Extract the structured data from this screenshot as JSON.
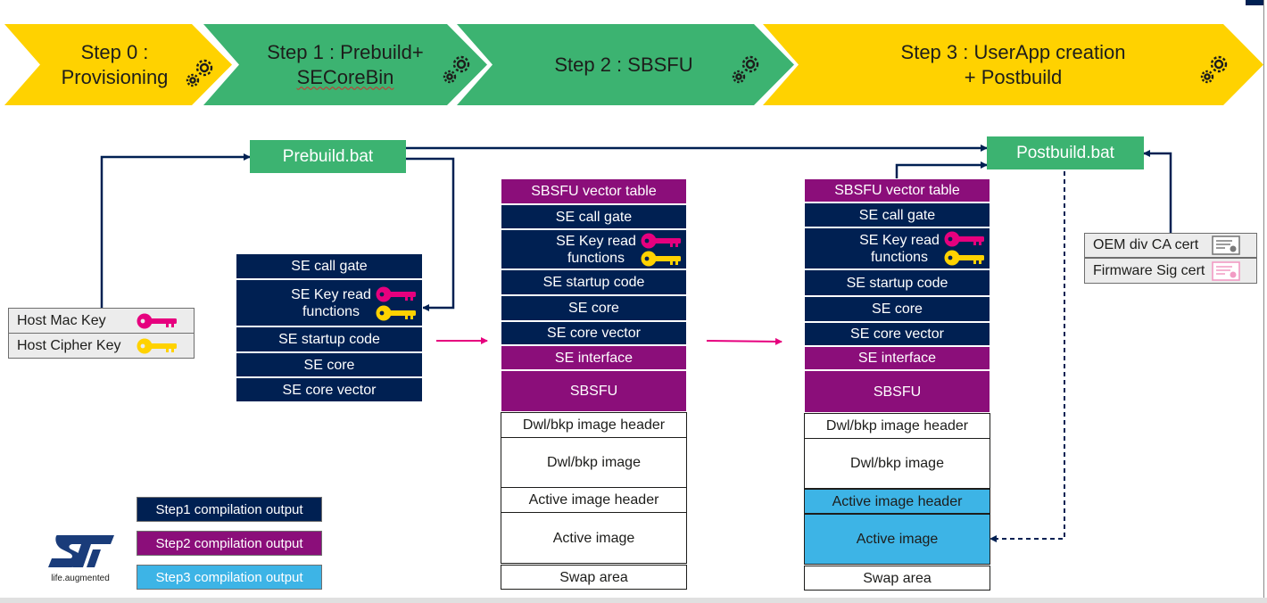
{
  "steps": [
    {
      "line1": "Step 0 :",
      "line2": "Provisioning"
    },
    {
      "line1": "Step 1 : Prebuild+",
      "line2": "SECoreBin"
    },
    {
      "line1": "Step 2 : SBSFU"
    },
    {
      "line1": "Step 3 : UserApp creation",
      "line2": "+ Postbuild"
    }
  ],
  "scripts": {
    "prebuild": "Prebuild.bat",
    "postbuild": "Postbuild.bat"
  },
  "keys": [
    {
      "label": "Host Mac Key",
      "color": "#e6007e"
    },
    {
      "label": "Host Cipher Key",
      "color": "#ffd200"
    }
  ],
  "certs": [
    "OEM div CA cert",
    "Firmware Sig cert"
  ],
  "step1_block": [
    "SE call gate",
    "SE Key read functions",
    "SE startup code",
    "SE core",
    "SE core vector"
  ],
  "step2_block": [
    "SBSFU vector table",
    "SE call gate",
    "SE Key read functions",
    "SE startup code",
    "SE core",
    "SE core vector",
    "SE interface",
    "SBSFU",
    "Dwl/bkp image header",
    "Dwl/bkp image",
    "Active image header",
    "Active image",
    "Swap area"
  ],
  "step3_block": [
    "SBSFU vector table",
    "SE call gate",
    "SE Key read functions",
    "SE startup code",
    "SE core",
    "SE core vector",
    "SE interface",
    "SBSFU",
    "Dwl/bkp image header",
    "Dwl/bkp image",
    "Active image header",
    "Active image",
    "Swap area"
  ],
  "legend": [
    {
      "label": "Step1 compilation output",
      "color": "#002052"
    },
    {
      "label": "Step2 compilation output",
      "color": "#8b0e7a"
    },
    {
      "label": "Step3 compilation output",
      "color": "#3db4e6"
    }
  ],
  "logo": {
    "tagline": "life.augmented"
  },
  "colors": {
    "navy": "#002052",
    "purple": "#8b0e7a",
    "cyan": "#3db4e6",
    "green": "#3cb371",
    "yellow": "#ffd200",
    "magenta": "#e6007e"
  }
}
